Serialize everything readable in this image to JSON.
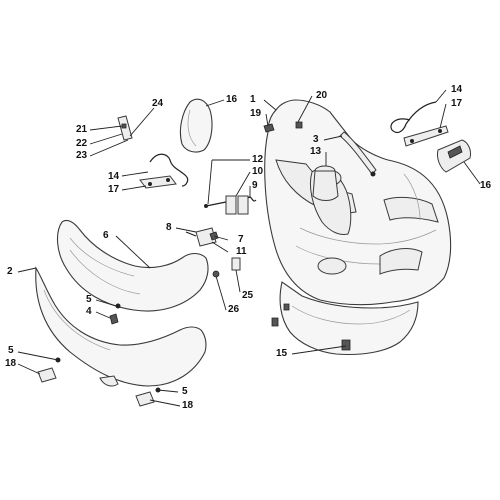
{
  "callouts": {
    "c1": "1",
    "c2": "2",
    "c3": "3",
    "c4": "4",
    "c5a": "5",
    "c5b": "5",
    "c5c": "5",
    "c6": "6",
    "c7": "7",
    "c8": "8",
    "c9": "9",
    "c10": "10",
    "c11": "11",
    "c12": "12",
    "c13": "13",
    "c14a": "14",
    "c14b": "14",
    "c15": "15",
    "c16a": "16",
    "c16b": "16",
    "c17a": "17",
    "c17b": "17",
    "c18a": "18",
    "c18b": "18",
    "c19": "19",
    "c20": "20",
    "c21": "21",
    "c22": "22",
    "c23": "23",
    "c24": "24",
    "c25": "25",
    "c26": "26"
  },
  "colors": {
    "ink": "#222222",
    "fill": "#f6f6f6"
  }
}
